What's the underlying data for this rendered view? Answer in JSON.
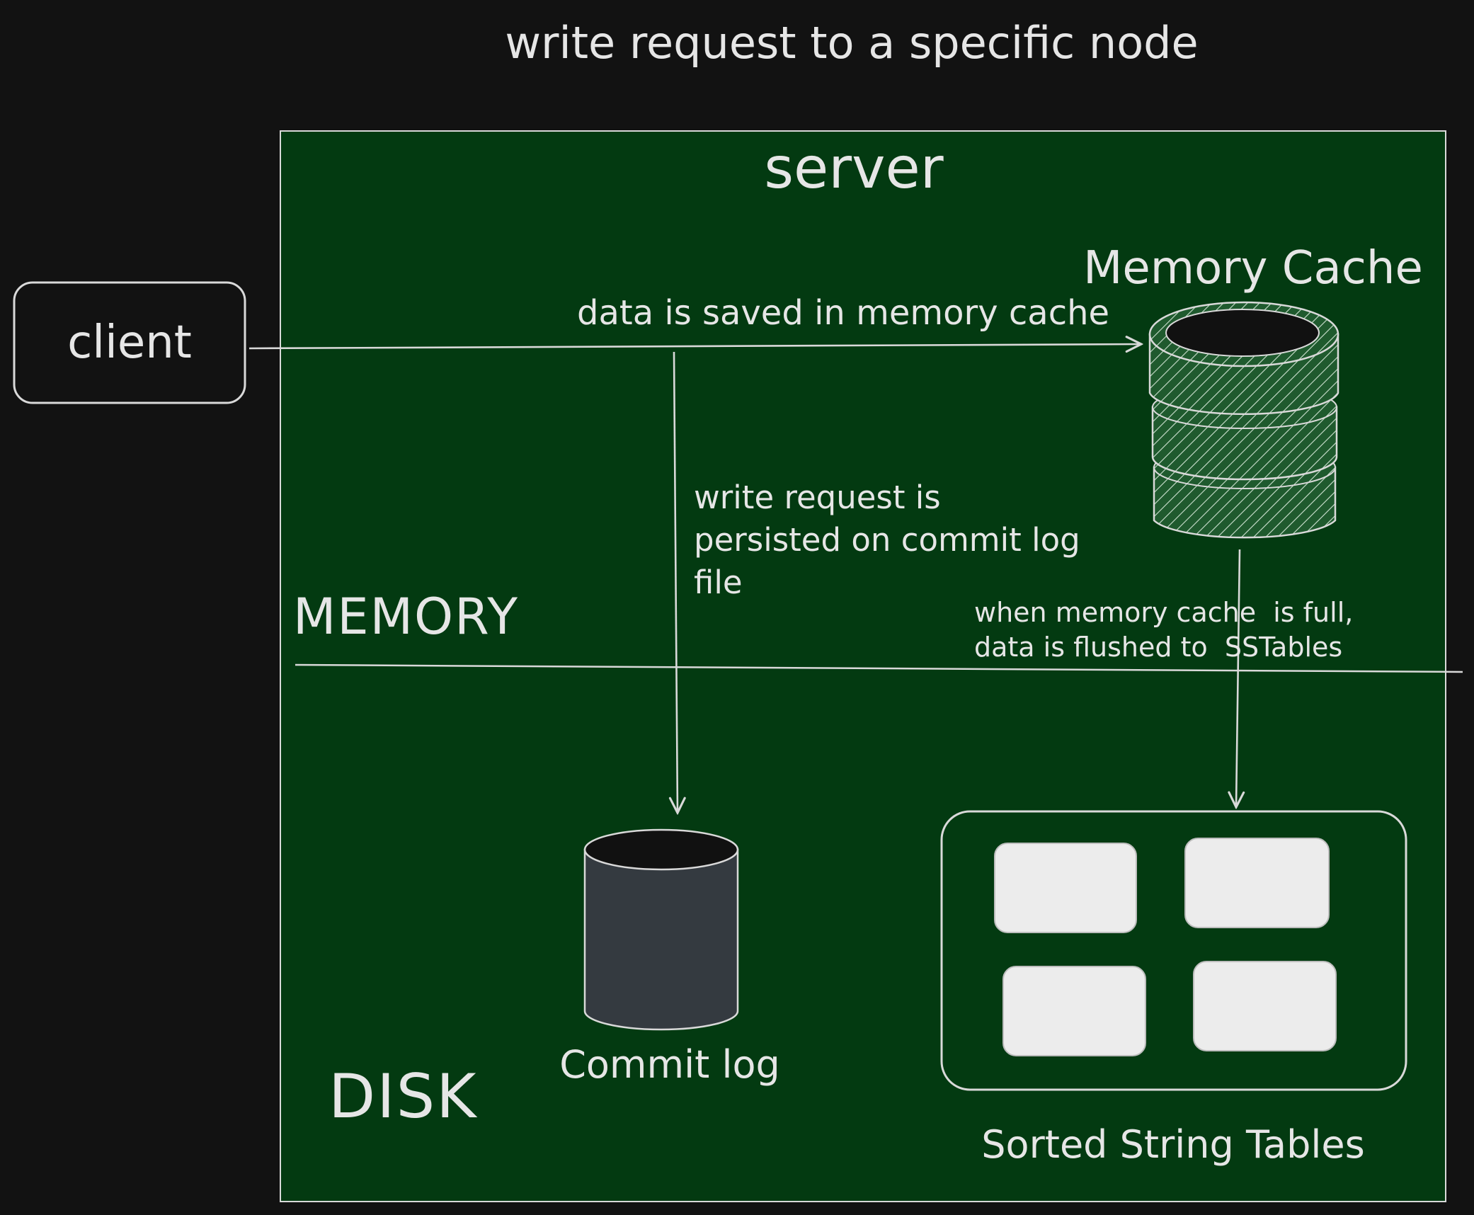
{
  "title": "write request to a specific node",
  "server_label": "server",
  "client_label": "client",
  "memory_cache_label": "Memory Cache",
  "arrow_label_cache": "data is saved in memory cache",
  "commit_note": [
    "write request is",
    "persisted on commit log",
    "file"
  ],
  "flush_note": [
    "when memory cache  is full,",
    "data is flushed to  SSTables"
  ],
  "memory_zone_label": "MEMORY",
  "disk_zone_label": "DISK",
  "commit_log_label": "Commit log",
  "sstables_label": "Sorted String Tables",
  "colors": {
    "background": "#121212",
    "server_fill": "#033a11",
    "stroke": "#d9d9d9",
    "text": "#e6e6e6",
    "cylinder_top": "#111111",
    "commit_body": "#343a40",
    "hatch": "#1f5a2e",
    "sstable_block": "#ececec"
  }
}
